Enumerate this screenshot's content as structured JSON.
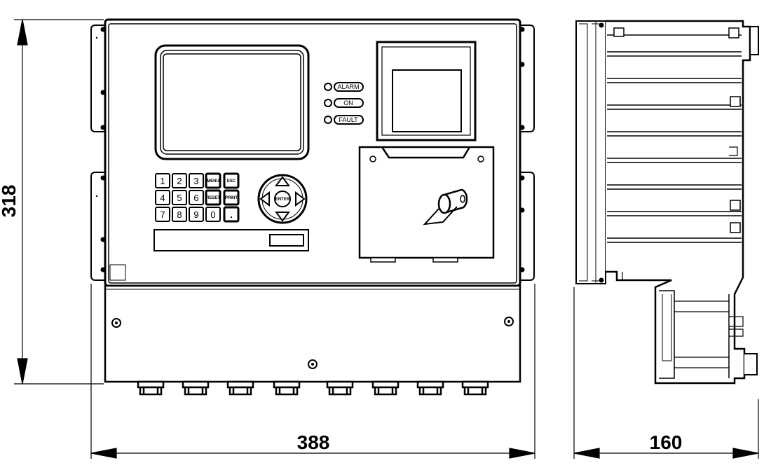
{
  "dimensions": {
    "height": "318",
    "width": "388",
    "depth": "160"
  },
  "indicators": [
    {
      "label": "ALARM"
    },
    {
      "label": "ON"
    },
    {
      "label": "FAULT"
    }
  ],
  "keypad": {
    "digits": [
      "1",
      "2",
      "3",
      "4",
      "5",
      "6",
      "7",
      "8",
      "9",
      "0",
      "."
    ],
    "menu": "MENU",
    "esc": "ESC",
    "reset": "RESET",
    "print": "PRINT",
    "enter": "ENTER"
  }
}
